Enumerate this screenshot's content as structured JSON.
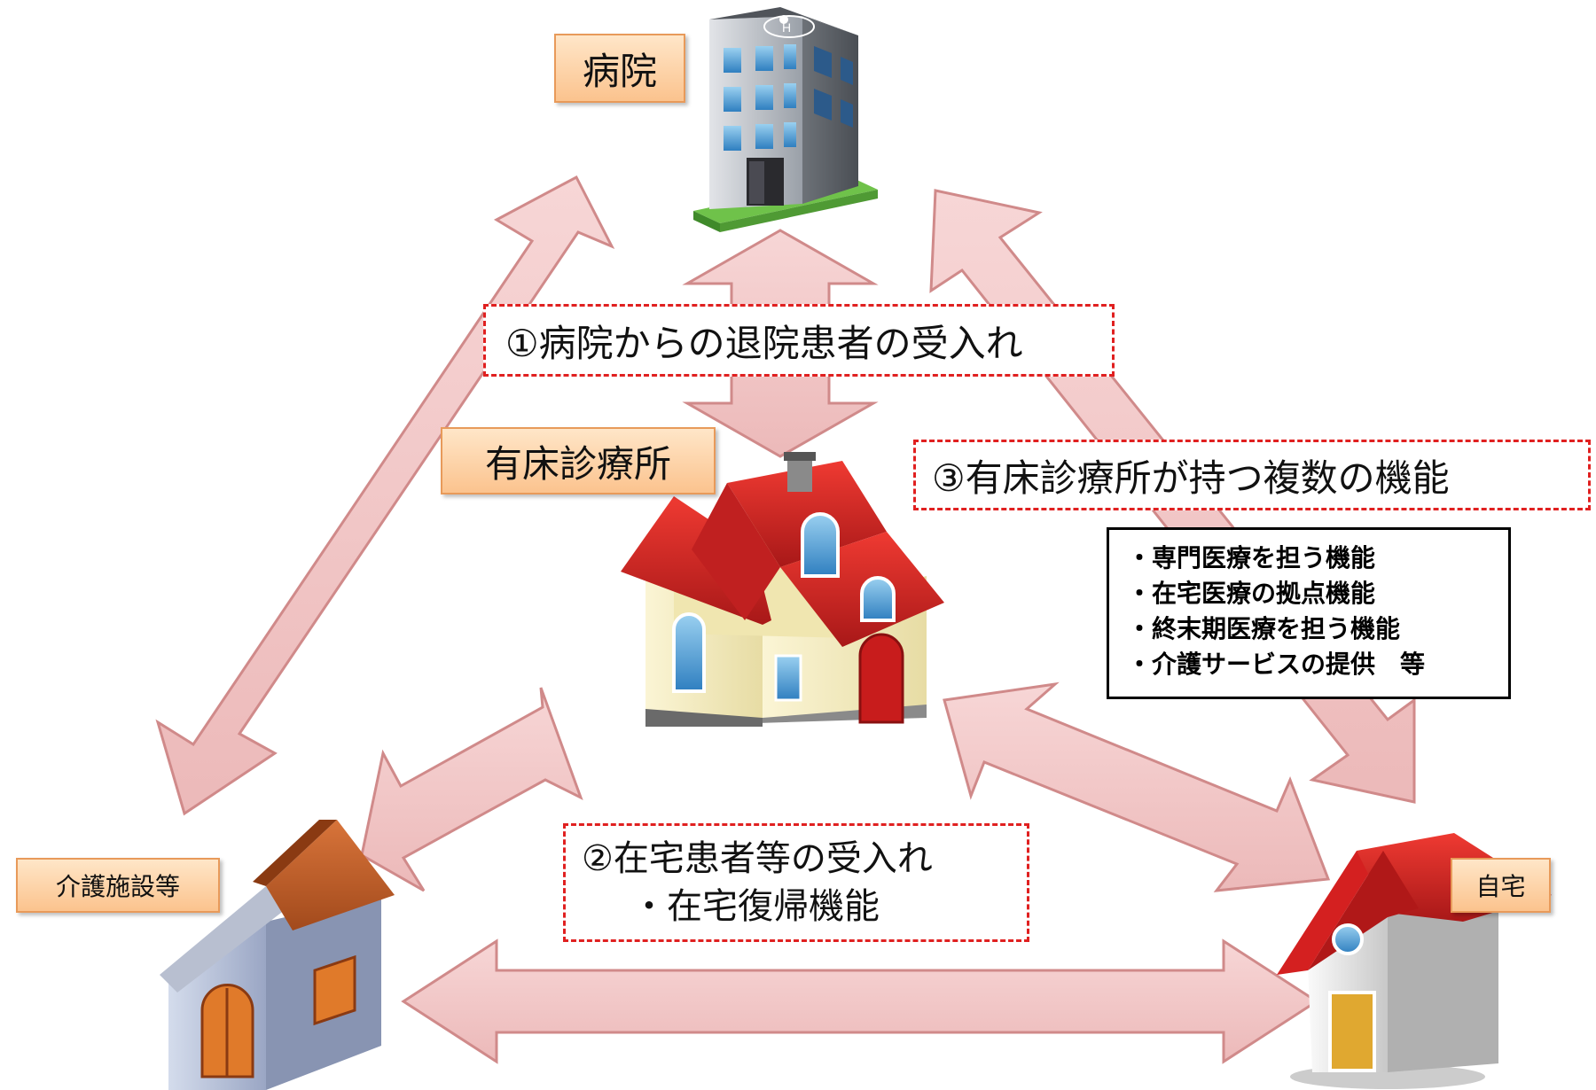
{
  "labels": {
    "hospital": "病院",
    "clinic": "有床診療所",
    "care_facility": "介護施設等",
    "home": "自宅"
  },
  "functions": {
    "f1": "①病院からの退院患者の受入れ",
    "f2_title": "②在宅患者等の受入れ",
    "f2_sub": "・在宅復帰機能",
    "f3": "③有床診療所が持つ複数の機能"
  },
  "function_list": [
    "・専門医療を担う機能",
    "・在宅医療の拠点機能",
    "・終末期医療を担う機能",
    "・介護サービスの提供　等"
  ],
  "colors": {
    "arrow_fill": "#f3c9c9",
    "arrow_stroke": "#d08a8a",
    "label_fill": "#fcd3a6",
    "dashed_border": "#e02020",
    "roof_red": "#d42020",
    "roof_brown": "#c0602a",
    "wall_cream": "#f6efc4",
    "wall_blue": "#b8c4dc"
  },
  "icons": [
    "hospital-building-icon",
    "clinic-house-icon",
    "care-facility-house-icon",
    "home-house-icon"
  ]
}
